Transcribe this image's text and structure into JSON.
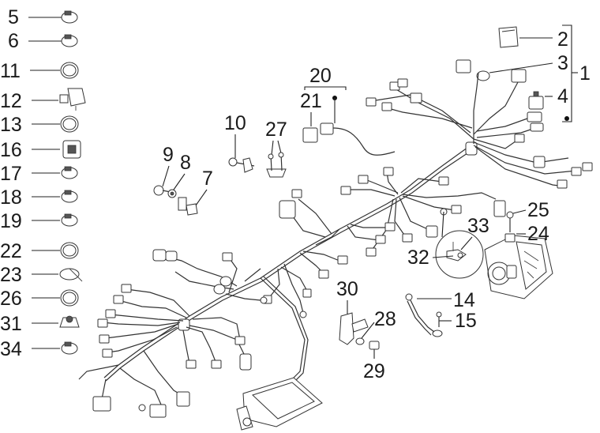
{
  "title": "",
  "labels": {
    "p1": "1",
    "p2": "2",
    "p3": "3",
    "p4": "4",
    "p5": "5",
    "p6": "6",
    "p7": "7",
    "p8": "8",
    "p9": "9",
    "p10": "10",
    "p11": "11",
    "p12": "12",
    "p13": "13",
    "p14": "14",
    "p15": "15",
    "p16": "16",
    "p17": "17",
    "p18": "18",
    "p19": "19",
    "p20": "20",
    "p21": "21",
    "p22": "22",
    "p23": "23",
    "p24": "24",
    "p25": "25",
    "p26": "26",
    "p27": "27",
    "p28": "28",
    "p29": "29",
    "p30": "30",
    "p31": "31",
    "p32": "32",
    "p33": "33",
    "p34": "34"
  }
}
